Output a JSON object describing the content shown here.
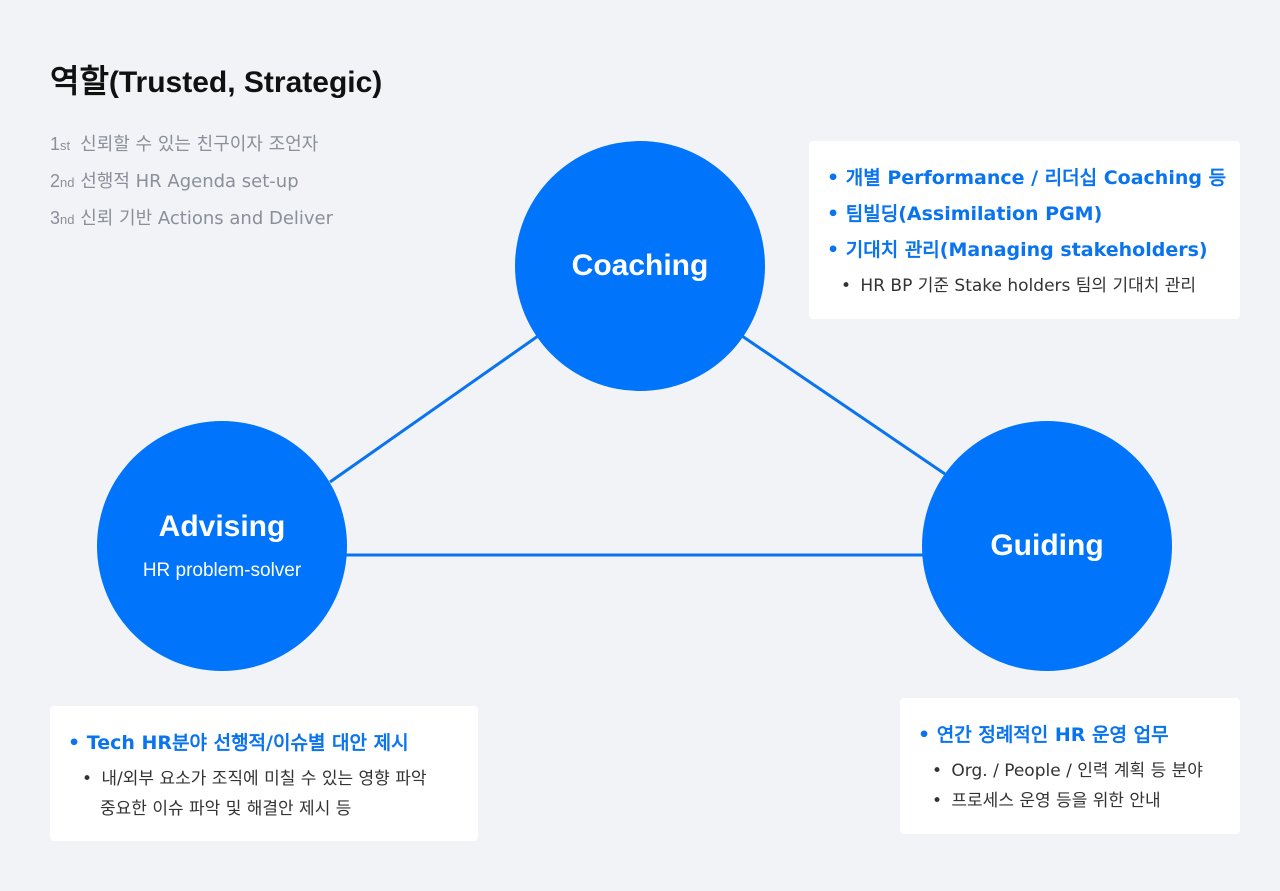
{
  "title": {
    "main": "역할",
    "sub": "(Trusted, Strategic)"
  },
  "principles": [
    {
      "num": "1",
      "suffix": "st",
      "text": "신뢰할 수 있는 친구이자 조언자"
    },
    {
      "num": "2",
      "suffix": "nd",
      "text": "선행적 HR Agenda set-up"
    },
    {
      "num": "3",
      "suffix": "nd",
      "text": "신뢰 기반 Actions and Deliver"
    }
  ],
  "roles": {
    "coaching": {
      "name": "Coaching"
    },
    "advising": {
      "name": "Advising",
      "description": "HR problem-solver"
    },
    "guiding": {
      "name": "Guiding"
    }
  },
  "cards": {
    "coaching": {
      "items": [
        "개별 Performance / 리더십 Coaching 등",
        "팀빌딩(Assimilation PGM)",
        "기대치 관리(Managing stakeholders)"
      ],
      "subitems": [
        "HR BP 기준 Stake holders 팀의 기대치 관리"
      ]
    },
    "advising": {
      "items": [
        "Tech HR분야 선행적/이슈별 대안 제시"
      ],
      "subitem_line1": "내/외부 요소가 조직에 미칠 수 있는 영향 파악",
      "subitem_line2": "중요한 이슈 파악 및 해결안 제시 등"
    },
    "guiding": {
      "items": [
        "연간 정례적인 HR 운영 업무"
      ],
      "subitems": [
        "Org. / People / 인력 계획 등 분야",
        "프로세스 운영 등을 위한 안내"
      ]
    }
  },
  "colors": {
    "accent": "#0074fb",
    "background": "#f1f3f7",
    "highlight_text": "#0a74ef"
  }
}
